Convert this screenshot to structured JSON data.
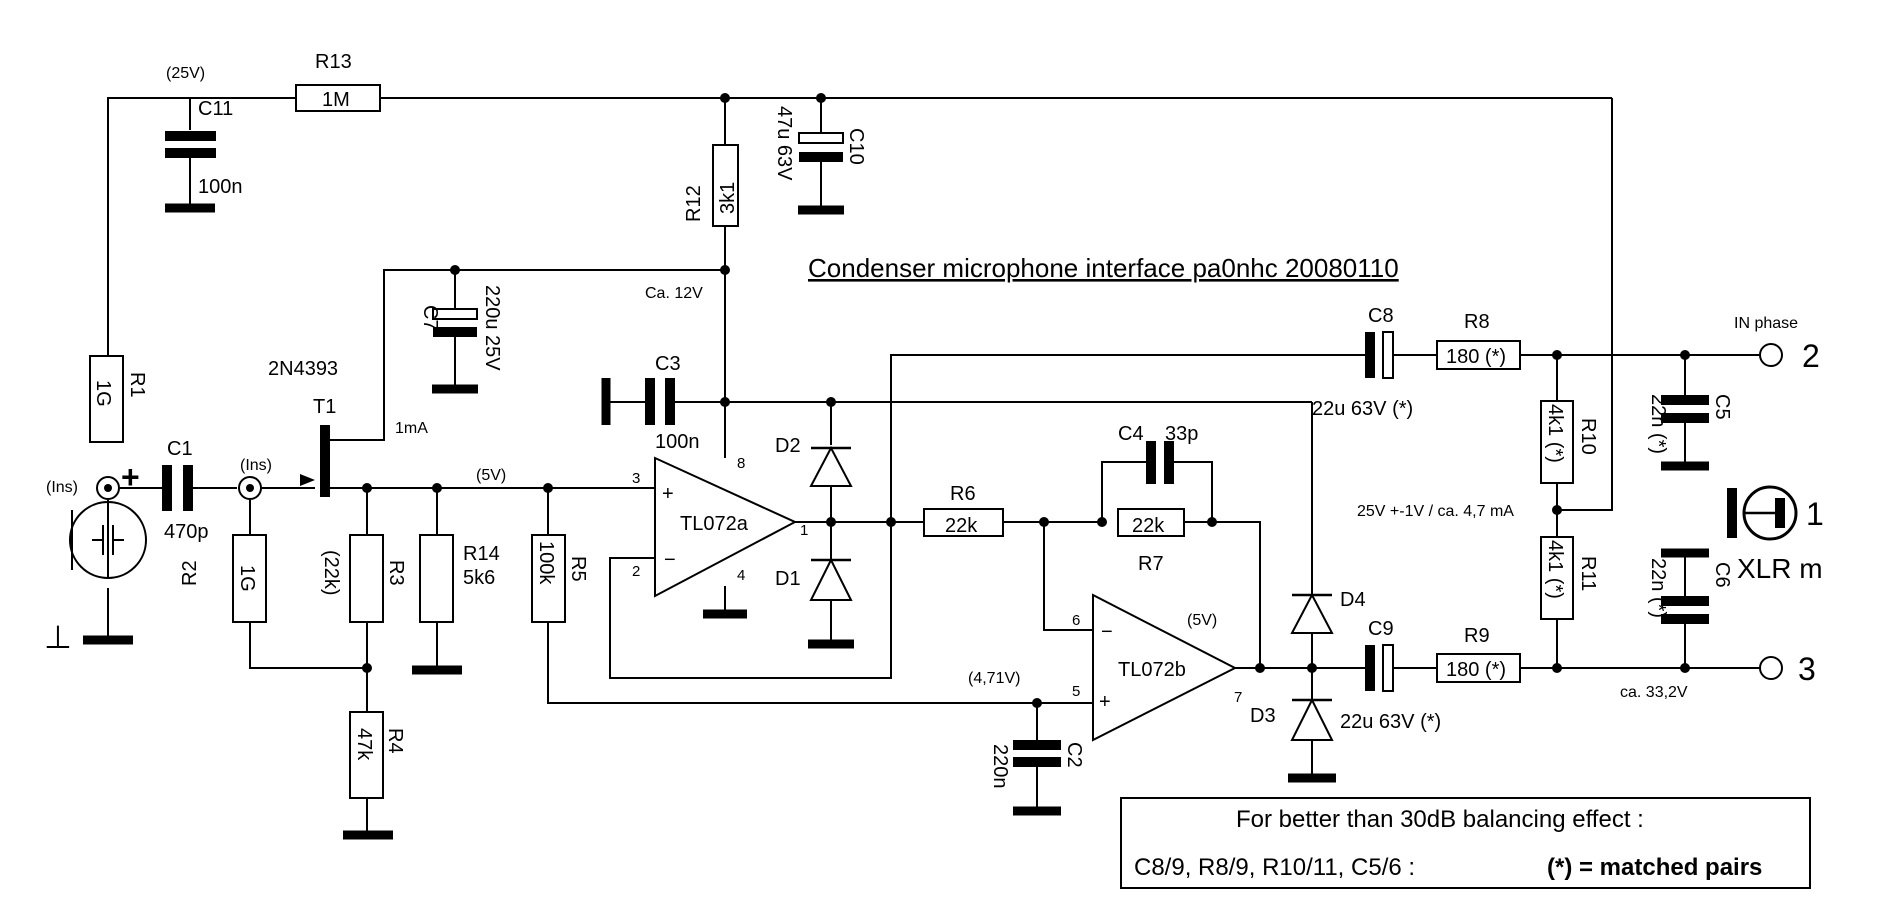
{
  "title": "Condenser microphone interface pa0nhc 20080110",
  "components": {
    "R1": {
      "ref": "R1",
      "value": "1G"
    },
    "R2": {
      "ref": "R2",
      "value": "1G"
    },
    "R3": {
      "ref": "R3",
      "value": "(22k)"
    },
    "R4": {
      "ref": "R4",
      "value": "47k"
    },
    "R5": {
      "ref": "R5",
      "value": "100k"
    },
    "R6": {
      "ref": "R6",
      "value": "22k"
    },
    "R7": {
      "ref": "R7",
      "value": "22k"
    },
    "R8": {
      "ref": "R8",
      "value": "180 (*)"
    },
    "R9": {
      "ref": "R9",
      "value": "180 (*)"
    },
    "R10": {
      "ref": "R10",
      "value": "4k1 (*)"
    },
    "R11": {
      "ref": "R11",
      "value": "4k1 (*)"
    },
    "R12": {
      "ref": "R12",
      "value": "3k1"
    },
    "R13": {
      "ref": "R13",
      "value": "1M"
    },
    "R14": {
      "ref": "R14",
      "value": "5k6"
    },
    "C1": {
      "ref": "C1",
      "value": "470p"
    },
    "C2": {
      "ref": "C2",
      "value": "220n"
    },
    "C3": {
      "ref": "C3",
      "value": "100n"
    },
    "C4": {
      "ref": "C4",
      "value": "33p"
    },
    "C5": {
      "ref": "C5",
      "value": "22n (*)"
    },
    "C6": {
      "ref": "C6",
      "value": "22n (*)"
    },
    "C7": {
      "ref": "C7",
      "value": "220u 25V"
    },
    "C8": {
      "ref": "C8",
      "value": "22u 63V (*)"
    },
    "C9": {
      "ref": "C9",
      "value": "22u 63V (*)"
    },
    "C10": {
      "ref": "C10",
      "value": "47u 63V"
    },
    "C11": {
      "ref": "C11",
      "value": "100n"
    },
    "D1": {
      "ref": "D1"
    },
    "D2": {
      "ref": "D2"
    },
    "D3": {
      "ref": "D3"
    },
    "D4": {
      "ref": "D4"
    },
    "T1": {
      "ref": "T1",
      "value": "2N4393"
    },
    "U1A": {
      "ref": "TL072a",
      "pins": {
        "in_plus": "3",
        "in_minus": "2",
        "out": "1",
        "vcc": "8",
        "gnd": "4"
      }
    },
    "U1B": {
      "ref": "TL072b",
      "pins": {
        "in_minus": "6",
        "in_plus": "5",
        "out": "7"
      }
    }
  },
  "nodes": {
    "v25": "(25V)",
    "v12": "Ca. 12V",
    "v5": "(5V)",
    "v5b": "(5V)",
    "v471": "(4,71V)",
    "i1ma": "1mA",
    "ins1": "(Ins)",
    "ins2": "(Ins)",
    "v_mid": "25V +-1V / ca. 4,7 mA",
    "v332": "ca. 33,2V",
    "in_phase": "IN phase"
  },
  "connector": {
    "pin2": "2",
    "pin1": "1",
    "pin3": "3",
    "name": "XLR m",
    "mic_plus": "+",
    "ground_sym": "⊥"
  },
  "note": {
    "line1": "For better than 30dB balancing effect :",
    "line2a": "C8/9, R8/9, R10/11, C5/6 :",
    "line2b": "(*) = matched pairs"
  }
}
